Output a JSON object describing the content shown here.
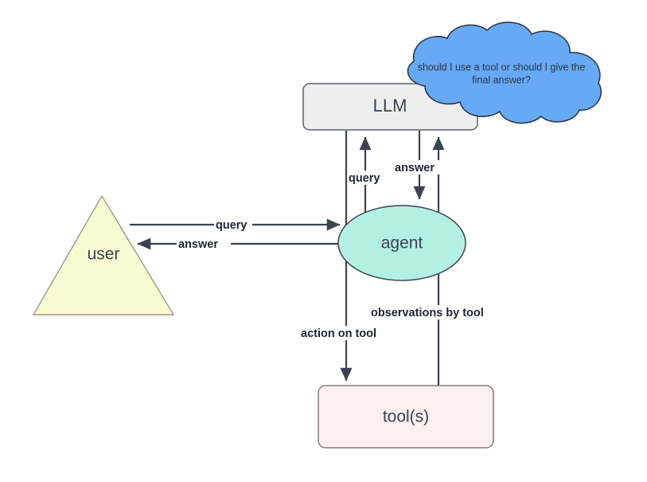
{
  "diagram": {
    "title": "agent-llm-tool-loop",
    "nodes": {
      "user": {
        "label": "user",
        "shape": "triangle",
        "fill": "#fafad2",
        "stroke": "#9a9a8a"
      },
      "llm": {
        "label": "LLM",
        "shape": "rounded-rect",
        "fill": "#eeeeee",
        "stroke": "#5a5f6a"
      },
      "agent": {
        "label": "agent",
        "shape": "ellipse",
        "fill": "#b3f0e4",
        "stroke": "#3b4252"
      },
      "tools": {
        "label": "tool(s)",
        "shape": "rounded-rect",
        "fill": "#fceff0",
        "stroke": "#8a7a7e"
      },
      "thought": {
        "label_line1": "should I use a tool or should I give the",
        "label_line2": "final answer?",
        "shape": "cloud",
        "fill": "#66a9f5",
        "stroke": "#2b3240"
      }
    },
    "edges": [
      {
        "id": "user-to-agent",
        "label": "query",
        "from": "user",
        "to": "agent",
        "direction": "right"
      },
      {
        "id": "agent-to-user",
        "label": "answer",
        "from": "agent",
        "to": "user",
        "direction": "left"
      },
      {
        "id": "agent-to-llm-query",
        "label": "query",
        "from": "agent",
        "to": "llm",
        "direction": "up"
      },
      {
        "id": "llm-to-agent-answer",
        "label": "answer",
        "from": "llm",
        "to": "agent",
        "direction": "down"
      },
      {
        "id": "agent-to-tools",
        "label": "action on tool",
        "from": "agent",
        "to": "tools",
        "direction": "down"
      },
      {
        "id": "tools-to-llm",
        "label": "observations by tool",
        "from": "tools",
        "to": "llm",
        "direction": "up"
      }
    ]
  }
}
